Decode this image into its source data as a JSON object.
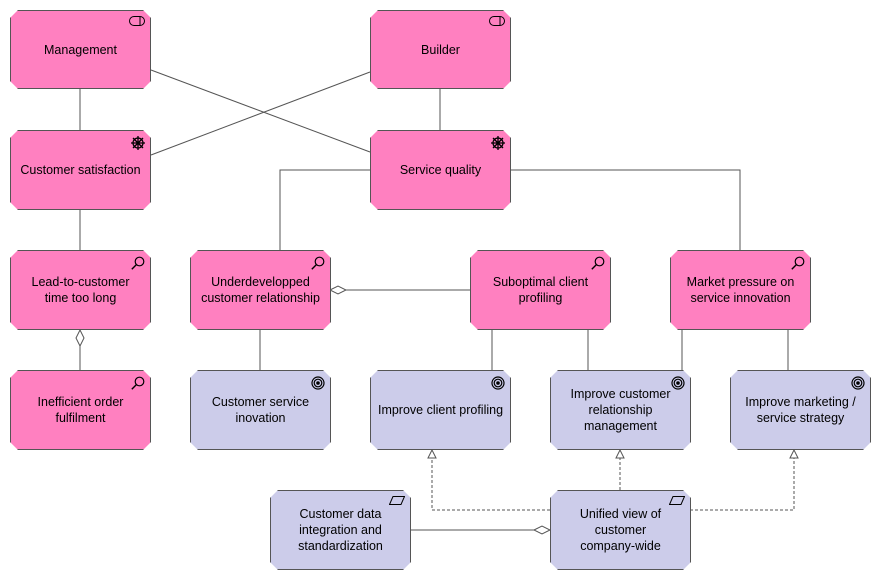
{
  "nodes": {
    "management": {
      "label": "Management",
      "kind": "stakeholder",
      "icon": "stakeholder-icon",
      "color": "#ff80c0"
    },
    "builder": {
      "label": "Builder",
      "kind": "stakeholder",
      "icon": "stakeholder-icon",
      "color": "#ff80c0"
    },
    "customer_satisfaction": {
      "label": "Customer satisfaction",
      "kind": "driver",
      "icon": "driver-icon",
      "color": "#ff80c0"
    },
    "service_quality": {
      "label": "Service quality",
      "kind": "driver",
      "icon": "driver-icon",
      "color": "#ff80c0"
    },
    "lead_time": {
      "label": "Lead-to-customer\ntime too long",
      "kind": "assessment",
      "icon": "assessment-icon",
      "color": "#ff80c0"
    },
    "underdeveloped": {
      "label": "Underdevelopped\ncustomer relationship",
      "kind": "assessment",
      "icon": "assessment-icon",
      "color": "#ff80c0"
    },
    "suboptimal": {
      "label": "Suboptimal client\nprofiling",
      "kind": "assessment",
      "icon": "assessment-icon",
      "color": "#ff80c0"
    },
    "market_pressure": {
      "label": "Market pressure on\nservice innovation",
      "kind": "assessment",
      "icon": "assessment-icon",
      "color": "#ff80c0"
    },
    "inefficient": {
      "label": "Inefficient order\nfulfilment",
      "kind": "assessment",
      "icon": "assessment-icon",
      "color": "#ff80c0"
    },
    "cust_service_innovation": {
      "label": "Customer service\ninovation",
      "kind": "goal",
      "icon": "goal-icon",
      "color": "#ccccea"
    },
    "improve_profiling": {
      "label": "Improve client profiling",
      "kind": "goal",
      "icon": "goal-icon",
      "color": "#ccccea"
    },
    "improve_crm": {
      "label": "Improve customer\nrelationship\nmanagement",
      "kind": "goal",
      "icon": "goal-icon",
      "color": "#ccccea"
    },
    "improve_marketing": {
      "label": "Improve marketing /\nservice strategy",
      "kind": "goal",
      "icon": "goal-icon",
      "color": "#ccccea"
    },
    "cust_data": {
      "label": "Customer data\nintegration and\nstandardization",
      "kind": "requirement",
      "icon": "requirement-icon",
      "color": "#ccccea"
    },
    "unified_view": {
      "label": "Unified view of\ncustomer\ncompany-wide",
      "kind": "requirement",
      "icon": "requirement-icon",
      "color": "#ccccea"
    }
  }
}
